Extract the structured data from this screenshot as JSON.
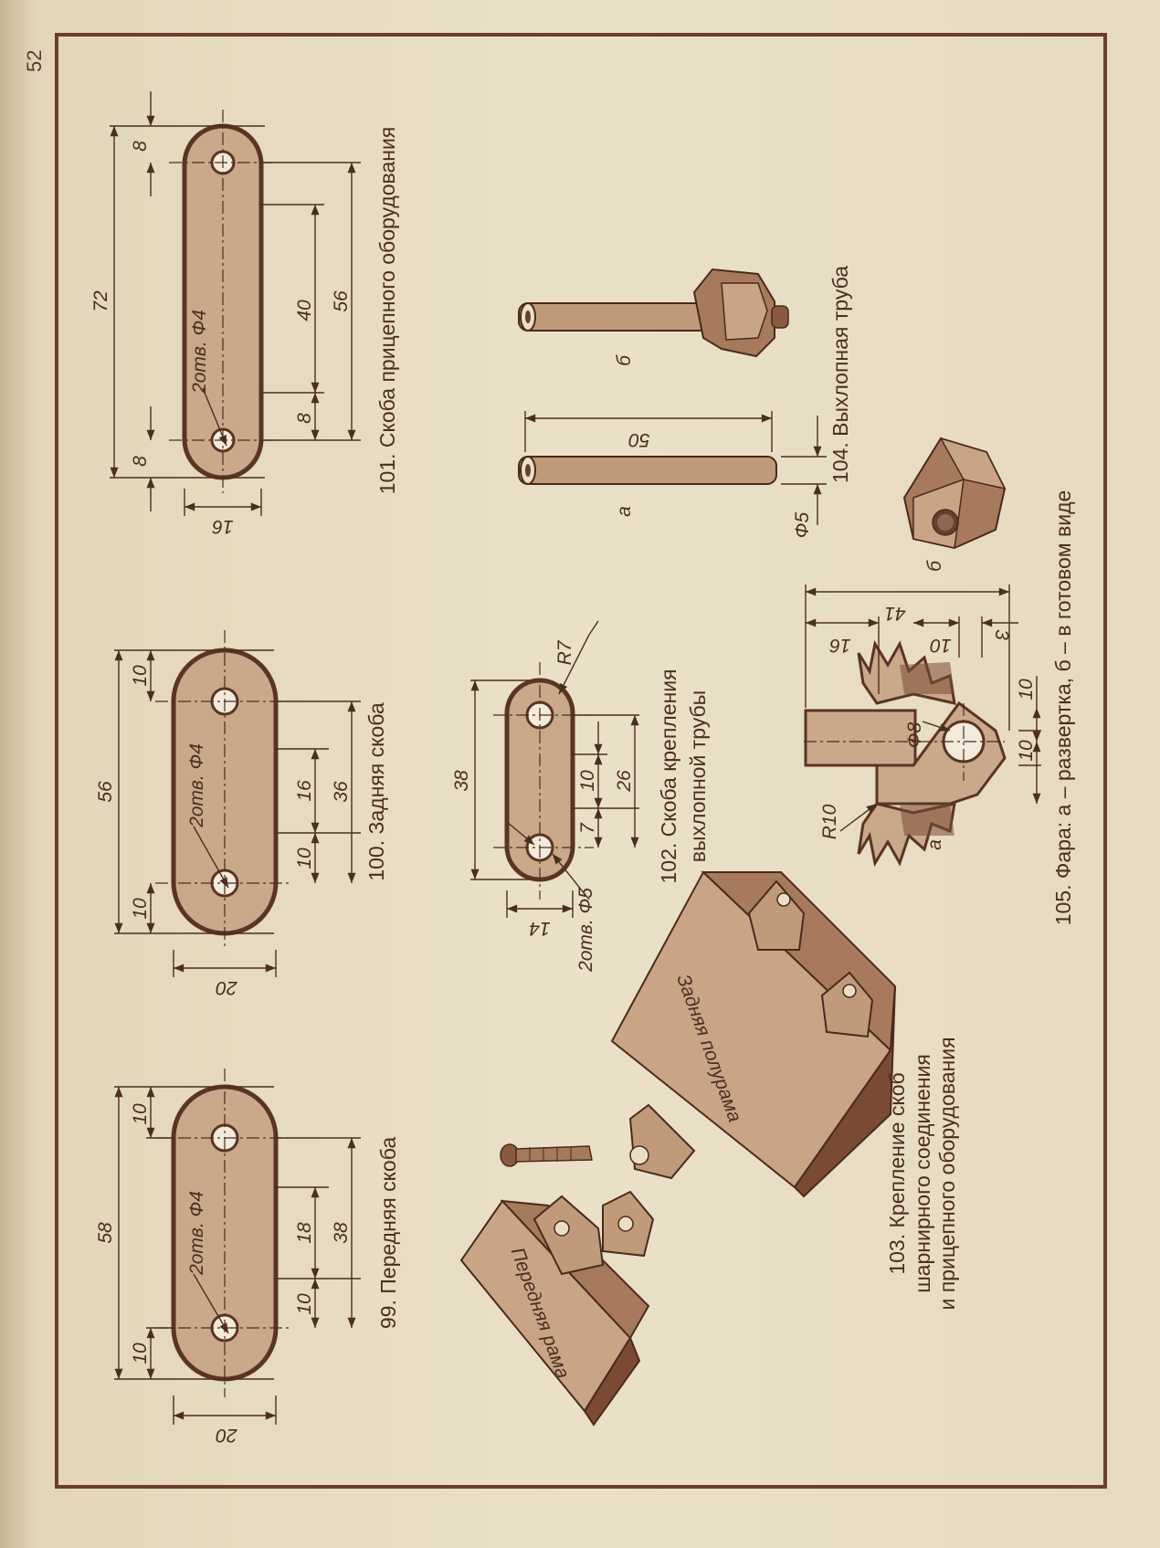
{
  "page_number": "52",
  "colors": {
    "frame": "#6b3e2c",
    "plate": "#c9a98a",
    "ink": "#4a2e1e",
    "paper": "#e9dfc7"
  },
  "captions": {
    "fig99": "99. Передняя скоба",
    "fig100": "100. Задняя скоба",
    "fig101": "101. Скоба прицепного оборудования",
    "fig102_line1": "102. Скоба крепления",
    "fig102_line2": "выхлопной трубы",
    "fig103_line1": "103. Крепление скоб",
    "fig103_line2": "шарнирного соединения",
    "fig103_line3": "и прицепного оборудования",
    "fig104": "104. Выхлопная труба",
    "fig105": "105. Фара: а – развертка, б – в готовом виде"
  },
  "fig99": {
    "dims": {
      "total": "58",
      "end_top": "10",
      "end_bottom": "10",
      "width": "20",
      "inner_a": "10",
      "inner_b": "18",
      "inner_c": "38"
    },
    "hole_note": "2отв. Ф4"
  },
  "fig100": {
    "dims": {
      "total": "56",
      "end_top": "10",
      "end_bottom": "10",
      "width": "20",
      "inner_a": "10",
      "inner_b": "16",
      "inner_c": "36"
    },
    "hole_note": "2отв. Ф4"
  },
  "fig101": {
    "dims": {
      "total": "72",
      "end_top": "8",
      "end_bottom": "8",
      "width": "16",
      "inner_a": "8",
      "inner_b": "40",
      "inner_c": "56"
    },
    "hole_note": "2отв. Ф4"
  },
  "fig102": {
    "dims": {
      "total": "38",
      "radius": "R7",
      "width": "14",
      "inner_a": "7",
      "inner_b": "10",
      "inner_c": "26"
    },
    "hole_note": "2отв. Ф5"
  },
  "fig103": {
    "label_front": "Передняя рама",
    "label_back": "Задняя полурама"
  },
  "fig104": {
    "dims": {
      "length": "50",
      "diameter": "Ф5"
    },
    "label_a": "а",
    "label_b": "б"
  },
  "fig105": {
    "dims": {
      "total": "41",
      "a": "16",
      "b": "10",
      "c": "3",
      "hole": "Ф8",
      "radius": "R10",
      "d": "10",
      "e": "10"
    },
    "label_a": "а",
    "label_b": "б"
  }
}
